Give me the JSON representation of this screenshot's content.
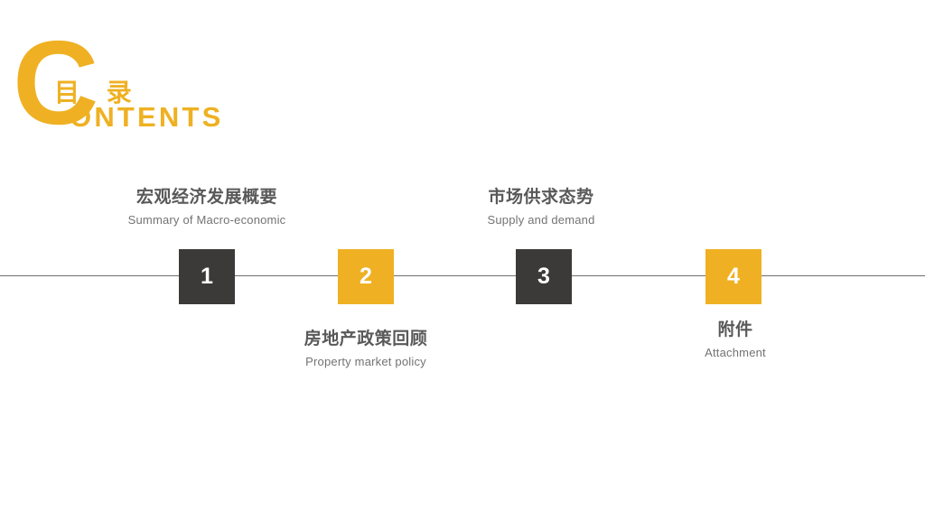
{
  "header": {
    "logo_letter": "C",
    "logo_cn": "目 录",
    "logo_en": "ONTENTS",
    "accent_color": "#EFB123"
  },
  "timeline": {
    "line_color": "#6e6e6e",
    "dark_color": "#3B3A39",
    "amber_color": "#EFB123",
    "items": [
      {
        "number": "1",
        "style": "dark",
        "title_cn": "宏观经济发展概要",
        "title_en": "Summary of Macro-economic",
        "position": "above"
      },
      {
        "number": "2",
        "style": "amber",
        "title_cn": "房地产政策回顾",
        "title_en": "Property market policy",
        "position": "below"
      },
      {
        "number": "3",
        "style": "dark",
        "title_cn": "市场供求态势",
        "title_en": "Supply and demand",
        "position": "above"
      },
      {
        "number": "4",
        "style": "amber",
        "title_cn": "附件",
        "title_en": "Attachment",
        "position": "below"
      }
    ]
  }
}
